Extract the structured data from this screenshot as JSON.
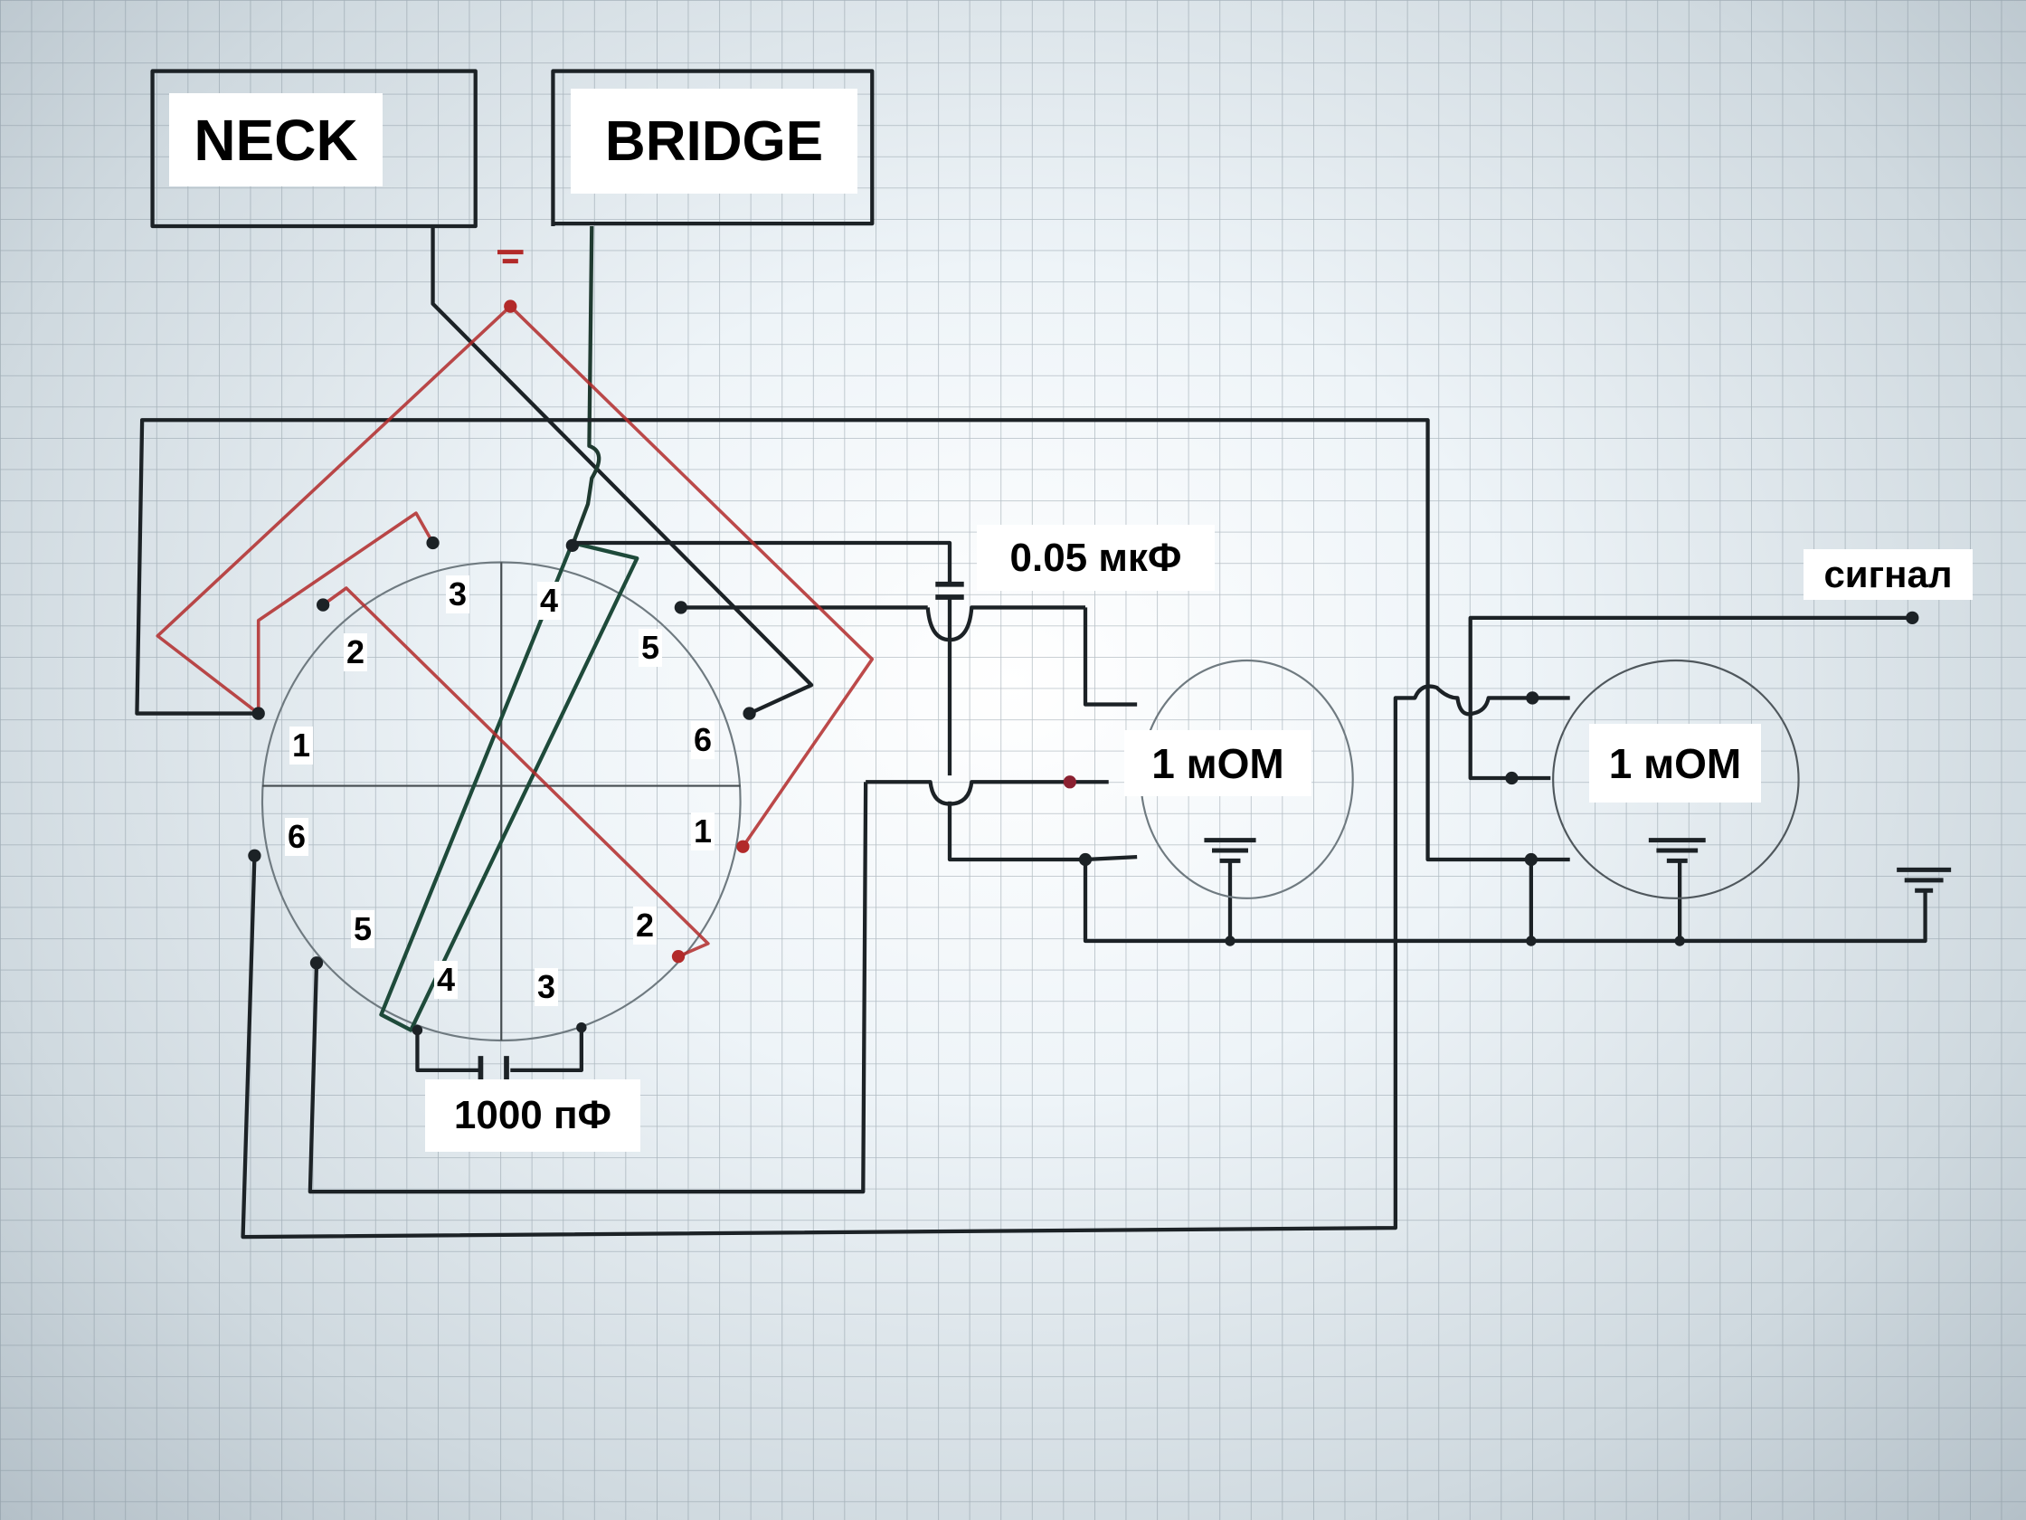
{
  "labels": {
    "neck": "NECK",
    "bridge": "BRIDGE",
    "tone_cap": "0.05 мкФ",
    "treble_cap": "1000 пФ",
    "pot_1": "1 мОМ",
    "pot_2": "1 мОМ",
    "output": "сигнал"
  },
  "switch_pins": {
    "top_left_1": "1",
    "top_left_2": "2",
    "top_3": "3",
    "top_4": "4",
    "top_right_5": "5",
    "right_6": "6",
    "bottom_right_1": "1",
    "bottom_right_2": "2",
    "bottom_3": "3",
    "bottom_4": "4",
    "bottom_left_5": "5",
    "left_6": "6"
  },
  "colors": {
    "wire": "#1c2226",
    "red_wire": "#c0202a",
    "grid": "#8a98a2",
    "paper": "#f2f7fa"
  }
}
